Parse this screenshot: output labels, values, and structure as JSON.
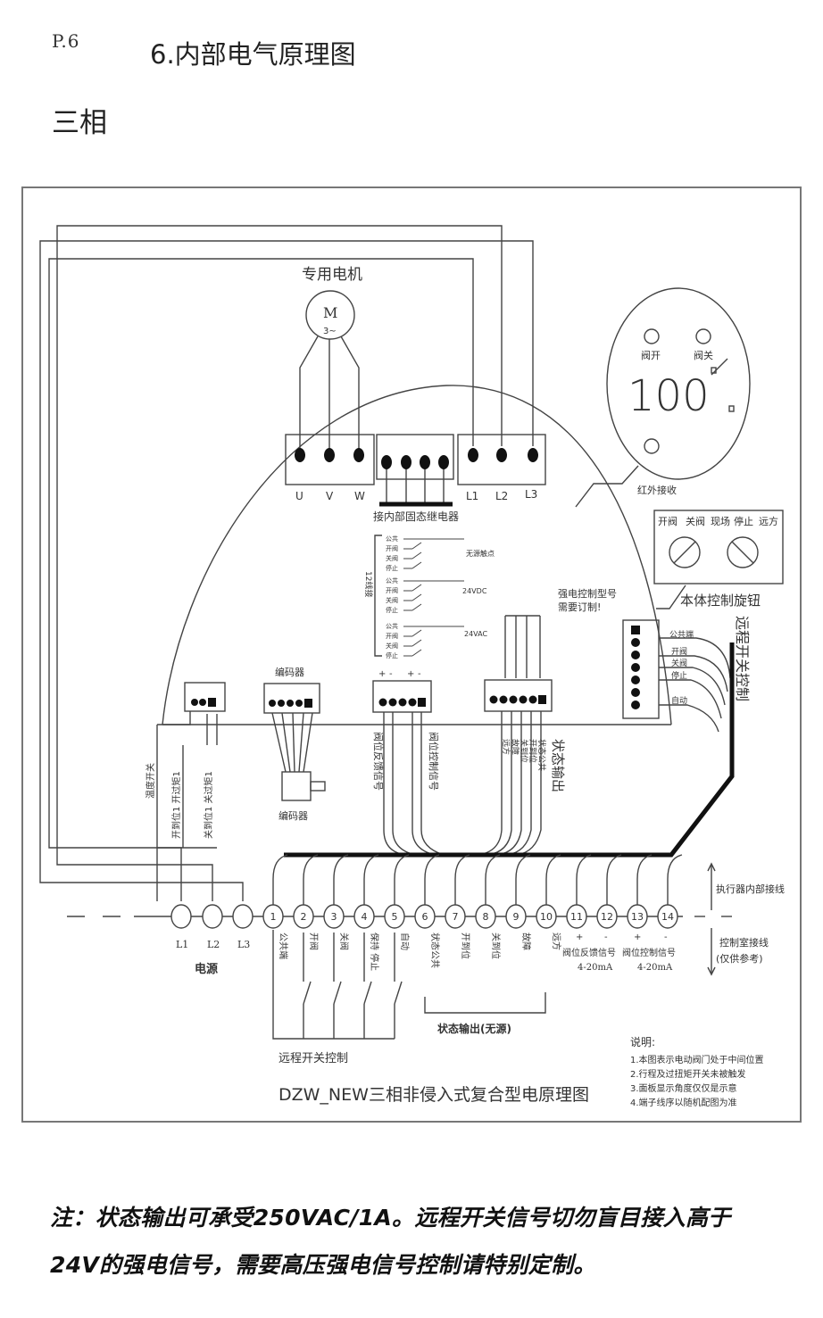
{
  "header": {
    "page_number": "P.6",
    "section_title": "6.内部电气原理图",
    "phase_label": "三相"
  },
  "motor": {
    "title": "专用电机",
    "symbol": "M",
    "phase_symbol": "3~",
    "terminals": [
      "U",
      "V",
      "W"
    ]
  },
  "power_block": {
    "terminals": [
      "L1",
      "L2",
      "L3"
    ]
  },
  "relay_block": {
    "caption": "接内部固态继电器"
  },
  "display_panel": {
    "led_open": "阀开",
    "led_close": "阀关",
    "reading": "100",
    "unit": "%",
    "ir_label": "红外接收"
  },
  "knob_panel": {
    "labels": [
      "开阀",
      "关阀",
      "现场",
      "停止",
      "远方"
    ],
    "caption": "本体控制旋钮"
  },
  "relay_options": {
    "side_label": "12线接",
    "groups": [
      {
        "lines": [
          "公共",
          "开阀",
          "关阀",
          "停止"
        ],
        "note": "无源触点"
      },
      {
        "lines": [
          "公共",
          "开阀",
          "关阀",
          "停止"
        ],
        "note": "24VDC",
        "pos": "+",
        "neg": "-"
      },
      {
        "lines": [
          "公共",
          "开阀",
          "关阀",
          "停止"
        ],
        "note": "24VAC",
        "ac": "~"
      }
    ],
    "strong_power_note_1": "强电控制型号",
    "strong_power_note_2": "需要订制!"
  },
  "remote_connector": {
    "wires": [
      "公共端",
      "开阀",
      "关阀",
      "停止",
      "自动"
    ],
    "vertical_label": "远程开关控制"
  },
  "limit_block": {
    "switches": [
      "温度开关",
      "开到位1 开过矩1",
      "关到位1 关过矩1"
    ]
  },
  "encoder": {
    "top_label": "编码器",
    "bottom_label": "编码器"
  },
  "analog_block": {
    "polarity": [
      "+",
      "-",
      "+",
      "-"
    ],
    "signals": [
      "阀位反馈信号",
      "阀位控制信号"
    ]
  },
  "status_block": {
    "signals": [
      "状态公共",
      "开到位",
      "关到位",
      "故障",
      "远方"
    ],
    "vertical_label": "状态输出"
  },
  "terminal_strip": {
    "power_labels": [
      "L1",
      "L2",
      "L3"
    ],
    "power_caption": "电源",
    "numbers": [
      "1",
      "2",
      "3",
      "4",
      "5",
      "6",
      "7",
      "8",
      "9",
      "10",
      "11",
      "12",
      "13",
      "14"
    ],
    "labels": [
      "公共端",
      "开阀",
      "关阀",
      "保持 停止",
      "自动",
      "状态公共",
      "开到位",
      "关到位",
      "故障",
      "远方"
    ],
    "signal_11_12": {
      "pos": "+",
      "neg": "-",
      "name": "阀位反馈信号",
      "range": "4-20mA"
    },
    "signal_13_14": {
      "pos": "+",
      "neg": "-",
      "name": "阀位控制信号",
      "range": "4-20mA"
    },
    "internal_label": "执行器内部接线",
    "control_room_label": "控制室接线",
    "reference_label": "(仅供参考)",
    "remote_caption": "远程开关控制",
    "status_caption": "状态输出(无源)"
  },
  "legend": {
    "title": "说明:",
    "items": [
      "1.本图表示电动阀门处于中间位置",
      "2.行程及过扭矩开关未被触发",
      "3.面板显示角度仅仅是示意",
      "4.端子线序以随机配图为准"
    ]
  },
  "diagram_title": "DZW_NEW三相非侵入式复合型电原理图",
  "footnote": {
    "line1": "注：状态输出可承受250VAC/1A。远程开关信号切勿盲目接入高于",
    "line2": "24V的强电信号，需要高压强电信号控制请特别定制。"
  }
}
